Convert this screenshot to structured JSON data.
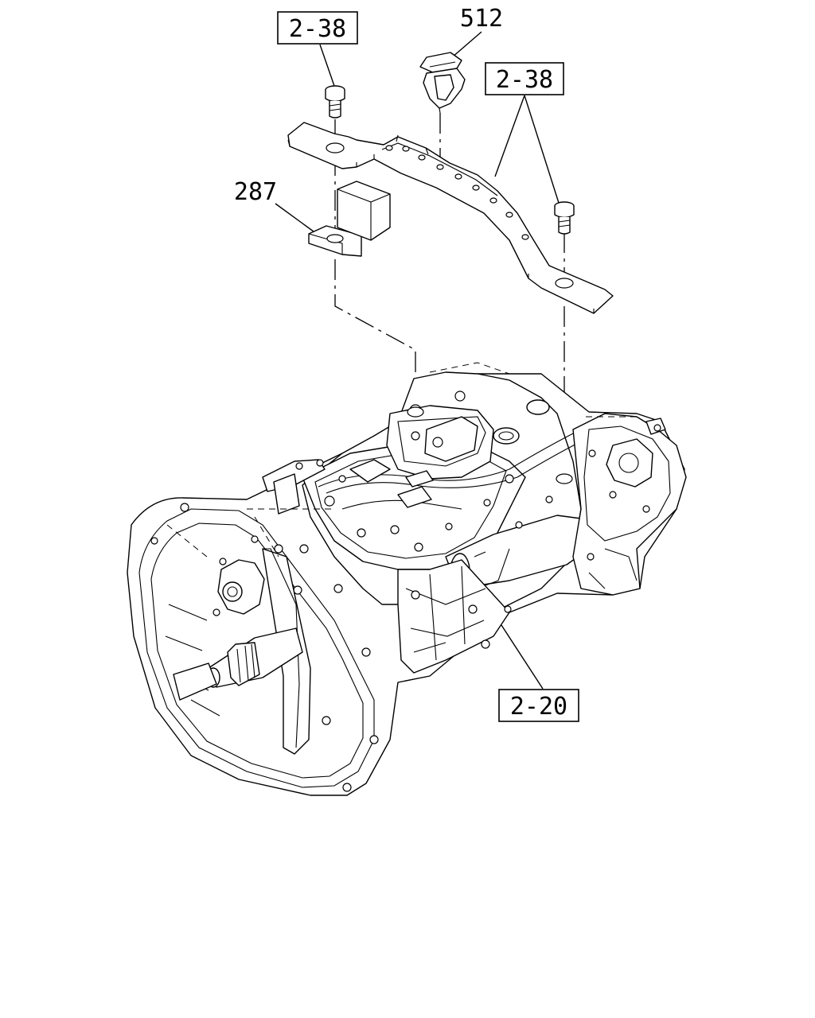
{
  "callouts": {
    "ref_bolt_left": "2-38",
    "ref_bolt_right": "2-38",
    "ref_transmission": "2-20",
    "part_clip": "512",
    "part_insulator": "287"
  },
  "colors": {
    "line": "#000000",
    "background": "#ffffff"
  }
}
